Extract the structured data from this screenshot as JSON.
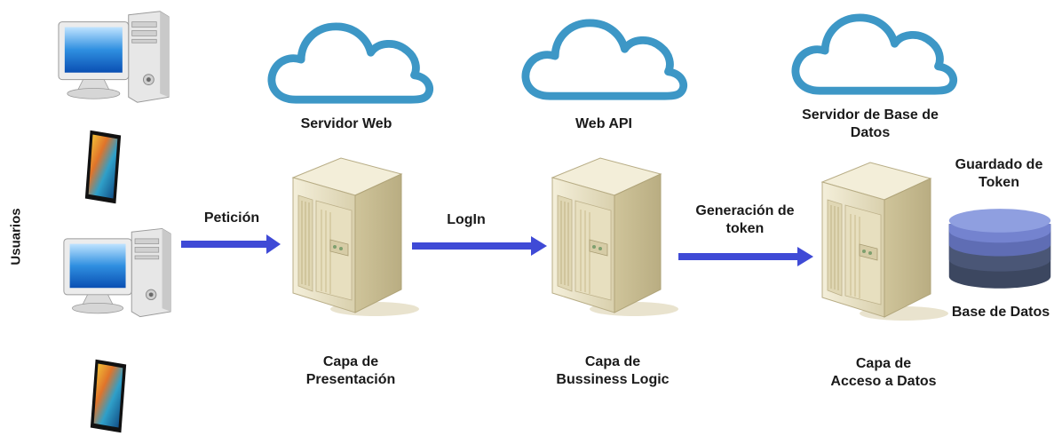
{
  "users": {
    "label": "Usuarios",
    "devices": [
      "desktop-computer",
      "smartphone",
      "desktop-computer",
      "smartphone"
    ]
  },
  "tiers": [
    {
      "cloud_label": "Servidor Web",
      "server_label_line1": "Capa de",
      "server_label_line2": "Presentación"
    },
    {
      "cloud_label": "Web API",
      "server_label_line1": "Capa de",
      "server_label_line2": "Bussiness Logic"
    },
    {
      "cloud_label_line1": "Servidor de Base de",
      "cloud_label_line2": "Datos",
      "server_label_line1": "Capa de",
      "server_label_line2": "Acceso a Datos"
    }
  ],
  "arrows": [
    {
      "label": "Petición"
    },
    {
      "label": "LogIn"
    },
    {
      "label_line1": "Generación de",
      "label_line2": "token"
    }
  ],
  "database": {
    "top_label_line1": "Guardado de",
    "top_label_line2": "Token",
    "bottom_label": "Base de Datos"
  },
  "colors": {
    "cloud": "#3d97c6",
    "arrow": "#3f4ad6",
    "server_body": "#eae3c6",
    "db_top": "#8f9fe0",
    "db_mid": "#5f6db4",
    "db_dark": "#3c4760"
  }
}
